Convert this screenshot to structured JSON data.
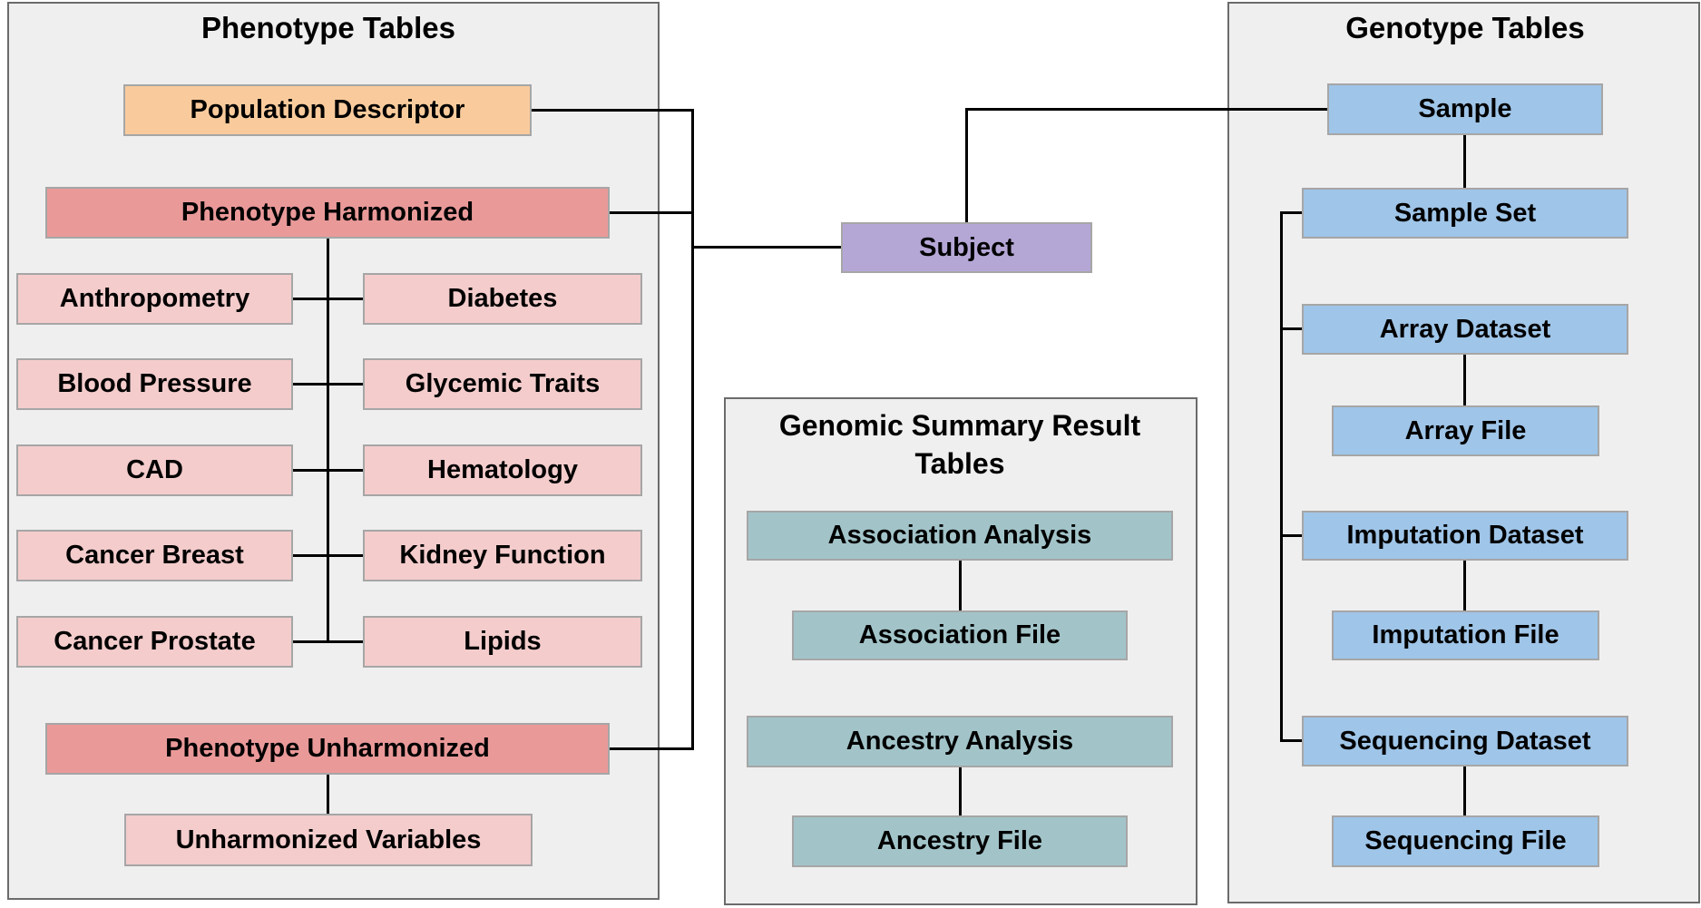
{
  "colors": {
    "panel_background": "#efefef",
    "panel_border": "#6b6b6b",
    "box_border": "#a6a6a6",
    "connector_line": "#000000",
    "population_descriptor_fill": "#f9cb9c",
    "phenotype_header_fill": "#ea9999",
    "phenotype_trait_fill": "#f4cccc",
    "genotype_fill": "#9fc5e8",
    "genomic_fill": "#a2c4c9",
    "subject_fill": "#b4a7d6"
  },
  "panels": {
    "phenotype": {
      "title": "Phenotype Tables",
      "population_descriptor": "Population Descriptor",
      "harmonized": "Phenotype Harmonized",
      "traits_left": [
        "Anthropometry",
        "Blood Pressure",
        "CAD",
        "Cancer Breast",
        "Cancer Prostate"
      ],
      "traits_right": [
        "Diabetes",
        "Glycemic Traits",
        "Hematology",
        "Kidney Function",
        "Lipids"
      ],
      "unharmonized": "Phenotype Unharmonized",
      "unharmonized_variables": "Unharmonized Variables"
    },
    "genomic": {
      "title": "Genomic Summary Result Tables",
      "boxes": [
        "Association Analysis",
        "Association File",
        "Ancestry Analysis",
        "Ancestry File"
      ]
    },
    "genotype": {
      "title": "Genotype Tables",
      "boxes": [
        "Sample",
        "Sample Set",
        "Array Dataset",
        "Array File",
        "Imputation Dataset",
        "Imputation File",
        "Sequencing Dataset",
        "Sequencing File"
      ]
    }
  },
  "subject": {
    "label": "Subject"
  }
}
